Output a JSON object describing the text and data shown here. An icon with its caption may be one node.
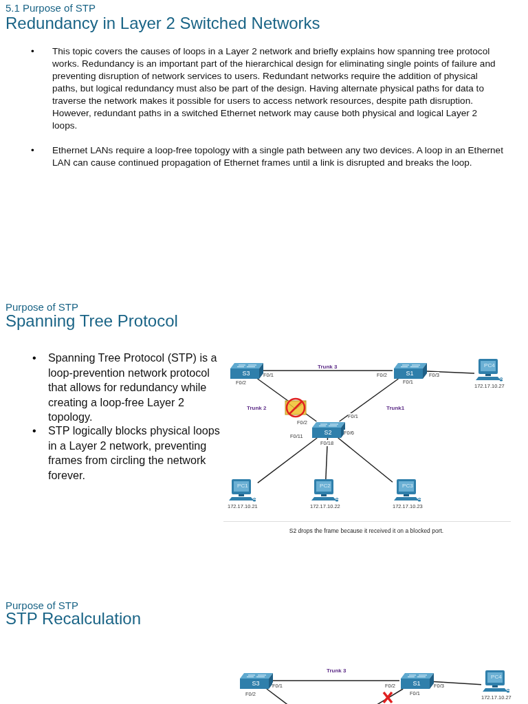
{
  "diagram": {
    "nodes": [
      {
        "text": [
          "S3"
        ]
      },
      {
        "text": [
          "S1"
        ]
      },
      {
        "text": [
          "PC4"
        ],
        "beside": [
          "172.17.10.27"
        ]
      },
      {
        "text": [
          "S2"
        ]
      },
      {
        "text": [
          "PC1"
        ],
        "beside": [
          "172.17.10.21"
        ]
      },
      {
        "text": [
          "PC2"
        ],
        "beside": [
          "172.17.10.22"
        ]
      },
      {
        "text": [
          "PC3"
        ],
        "beside": [
          "172.17.10.23"
        ]
      },
      {
        "text": [
          "S3"
        ]
      },
      {
        "text": [
          "S1"
        ]
      },
      {
        "text": [
          "PC4"
        ],
        "beside": [
          "172.17.10.27"
        ]
      }
    ],
    "edges": [
      {
        "from": 0,
        "to": 1,
        "arrow": "none",
        "label": "Trunk 3"
      },
      {
        "from": 0,
        "to": 3,
        "arrow": "none",
        "label": "Trunk 2"
      },
      {
        "from": 1,
        "to": 3,
        "arrow": "none",
        "label": "Trunk1"
      },
      {
        "from": 1,
        "to": 2,
        "arrow": "none"
      },
      {
        "from": 3,
        "to": 4,
        "arrow": "none"
      },
      {
        "from": 3,
        "to": 5,
        "arrow": "none"
      },
      {
        "from": 3,
        "to": 6,
        "arrow": "none"
      },
      {
        "from": 7,
        "to": 8,
        "arrow": "none",
        "label": "Trunk 3"
      },
      {
        "from": 8,
        "to": 9,
        "arrow": "none"
      },
      {
        "from": 7,
        "to": null,
        "arrow": "none"
      },
      {
        "from": 8,
        "to": null,
        "arrow": "none"
      }
    ],
    "labels": [
      "5.1 Purpose of STP",
      "Redundancy in Layer 2 Switched Networks",
      "•",
      "This topic covers the causes of loops in a Layer 2 network and briefly explains how spanning tree protocol works. Redundancy is an important part of the hierarchical design for eliminating single points of failure and preventing disruption of network services to users. Redundant networks require the addition of physical paths, but logical redundancy must also be part of the design. Having alternate physical paths for data to traverse the network makes it possible for users to access network resources, despite path disruption. However, redundant paths in a switched Ethernet network may cause both physical and logical Layer 2 loops.",
      "•",
      "Ethernet LANs require a loop-free topology with a single path between any two devices. A loop in an Ethernet LAN can cause continued propagation of Ethernet frames until a link is disrupted and breaks the loop.",
      "Purpose of STP",
      "Spanning Tree Protocol",
      "•",
      "Spanning Tree Protocol (STP) is a loop-prevention network protocol that allows for redundancy while creating a loop-free Layer 2 topology.",
      "•",
      "STP logically blocks physical loops in a Layer 2 network, preventing frames from circling the network forever.",
      "F0/1",
      "F0/2",
      "F0/2",
      "F0/3",
      "F0/1",
      "F0/1",
      "F0/2",
      "F0/11",
      "F0/6",
      "F0/18",
      "S2 drops the frame because it received it on a blocked port.",
      "Purpose of STP",
      "STP Recalculation",
      "F0/1",
      "F0/2",
      "F0/2",
      "F0/3",
      "F0/1"
    ]
  }
}
